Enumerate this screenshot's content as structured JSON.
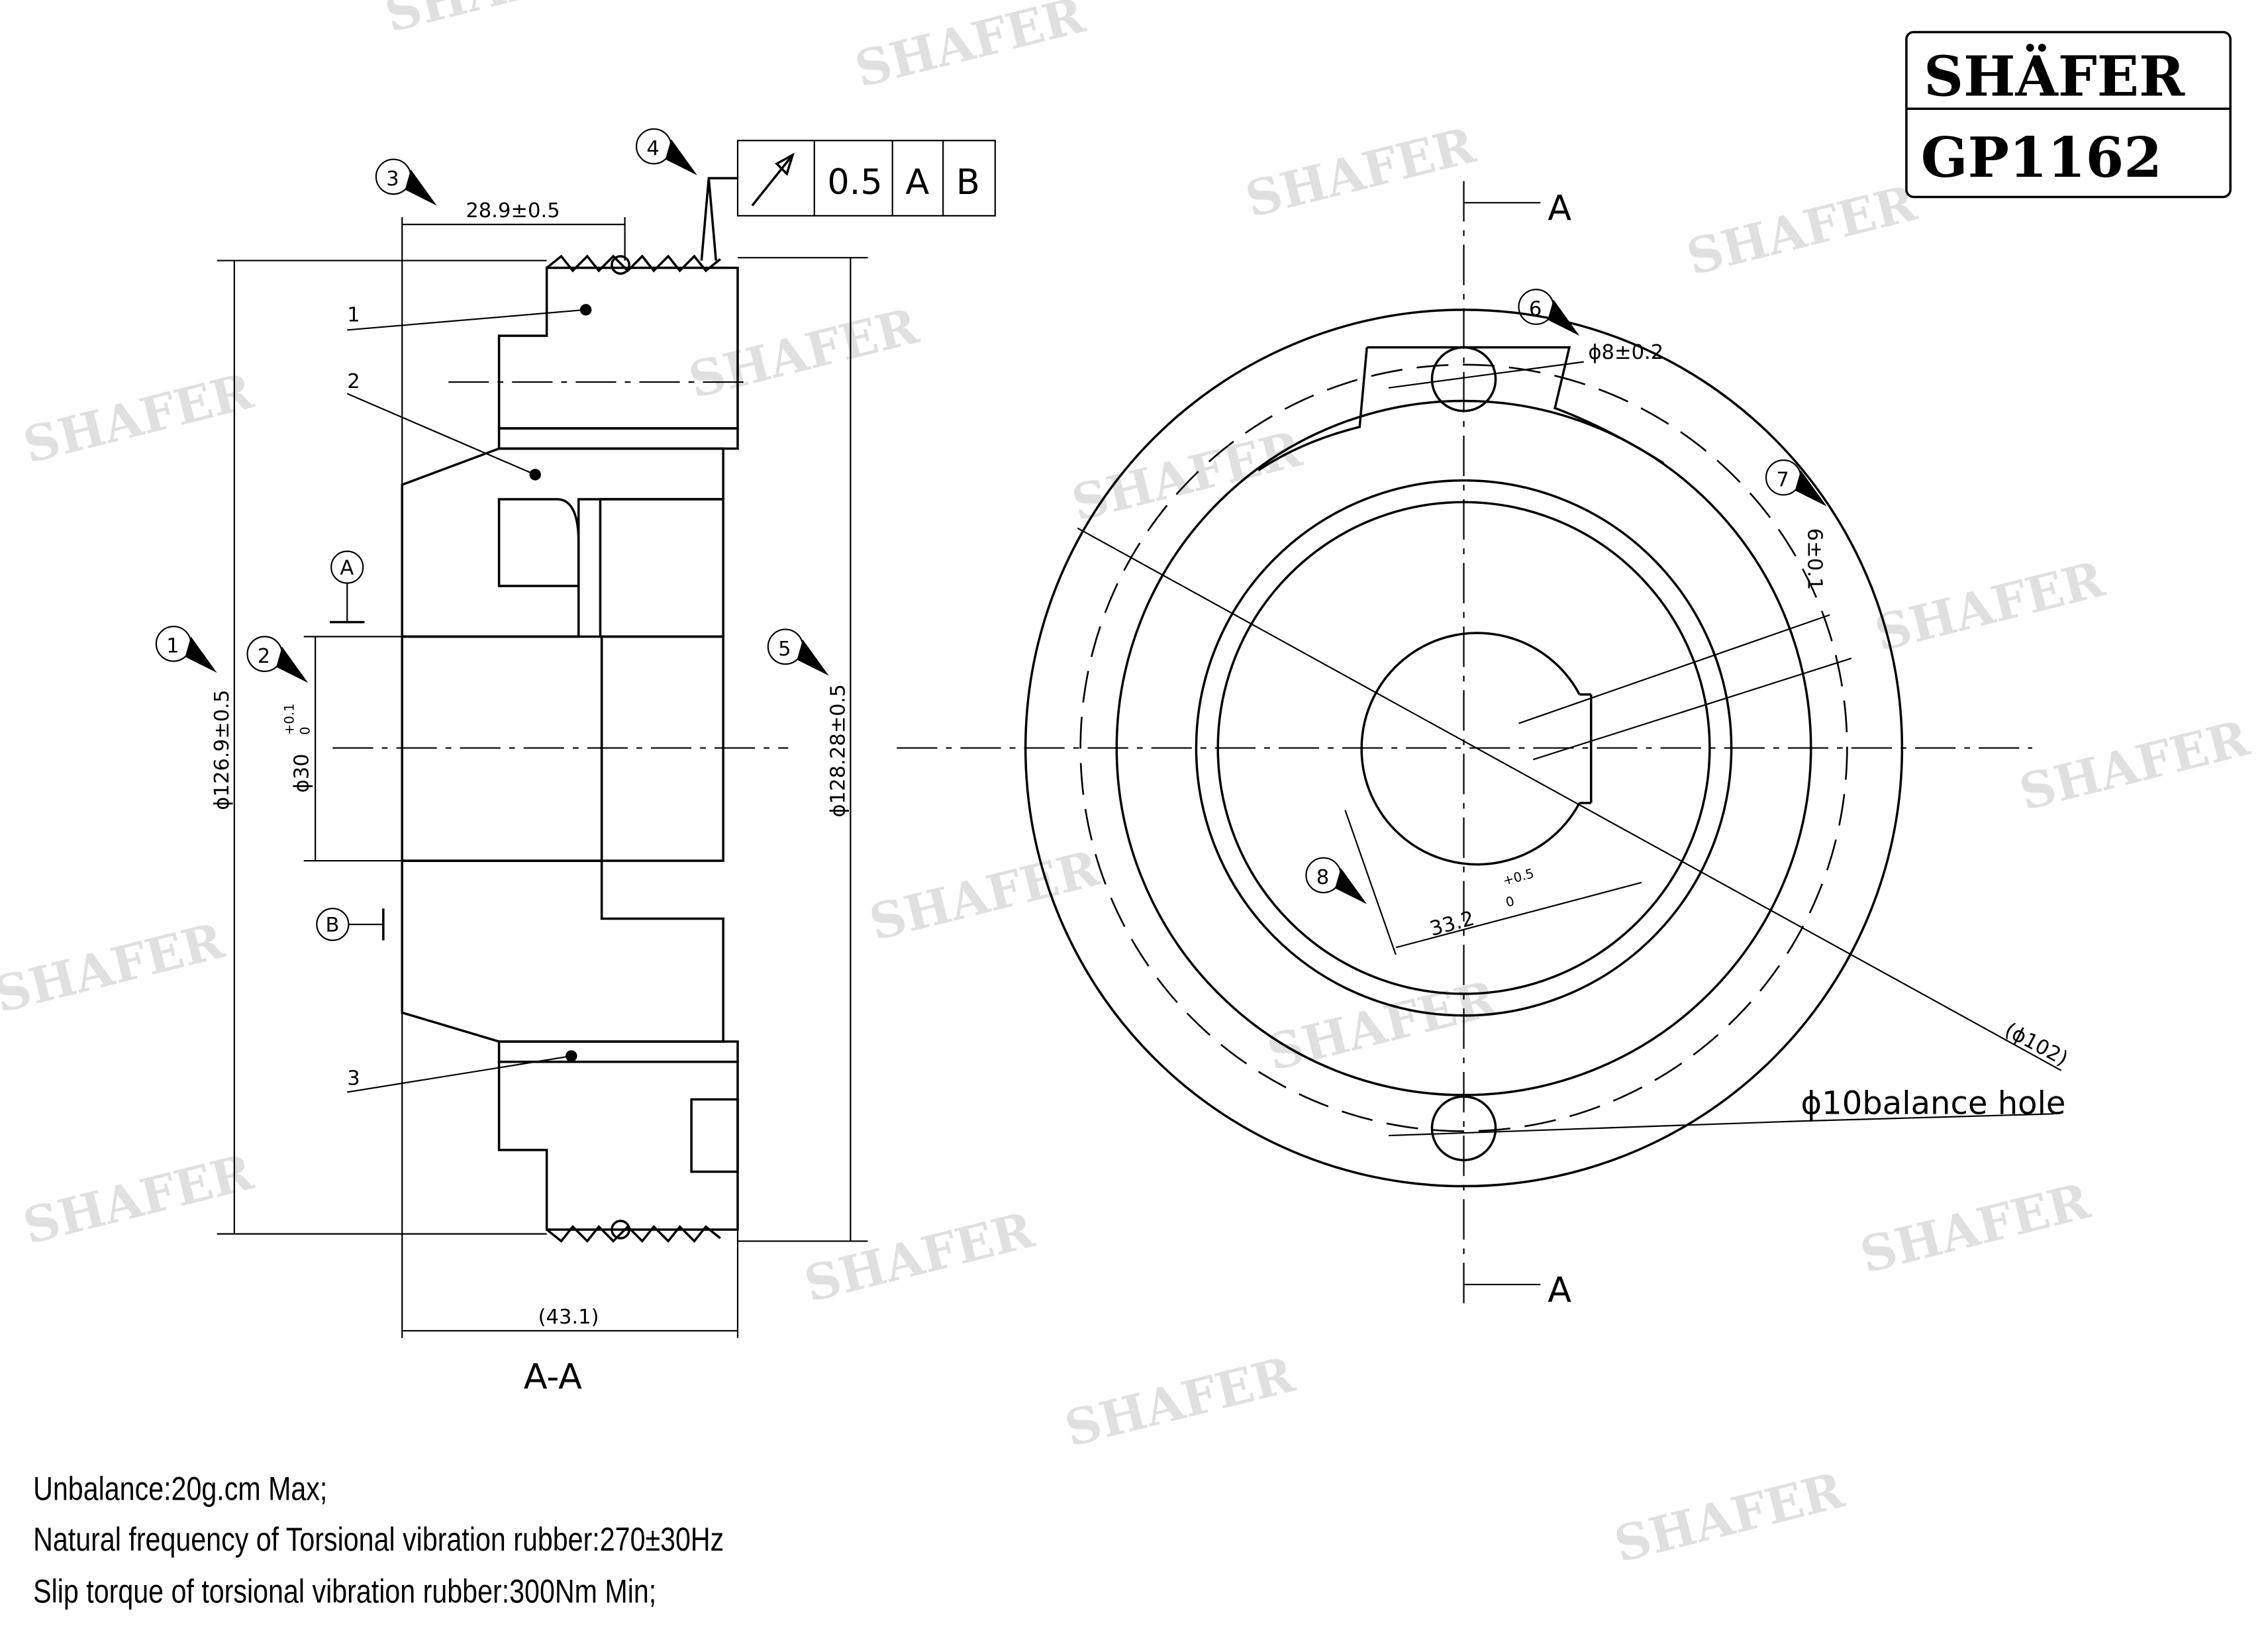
{
  "title_block": {
    "brand": "SHÄFER",
    "part_number": "GP1162"
  },
  "watermark_text": "SHAFER",
  "feature_control_frame": {
    "symbol": "circular-runout-arrow",
    "tolerance": "0.5",
    "datum_1": "A",
    "datum_2": "B"
  },
  "callouts": [
    "1",
    "2",
    "3",
    "4",
    "5",
    "6",
    "7",
    "8"
  ],
  "part_labels": [
    "1",
    "2",
    "3"
  ],
  "datums": {
    "a": "A",
    "b": "B"
  },
  "section_view": {
    "width_dim": "28.9±0.5",
    "overall_width": "(43.1)",
    "dia_outer_1": "ϕ126.9±0.5",
    "dia_outer_2": "ϕ128.28±0.5",
    "bore_dia": "ϕ30",
    "bore_tol_upper": "+0.1",
    "bore_tol_lower": "0",
    "label": "A-A"
  },
  "front_view": {
    "section_mark": "A",
    "hole_dia": "ϕ8±0.2",
    "key_width": "6±0.1",
    "key_depth": "33.2",
    "key_tol_upper": "+0.5",
    "key_tol_lower": "0",
    "pcd": "(ϕ102)",
    "balance_hole": "ϕ10balance hole"
  },
  "notes": [
    "Unbalance:20g.cm Max;",
    "Natural frequency of Torsional vibration rubber:270±30Hz",
    "Slip torque of torsional vibration rubber:300Nm Min;"
  ]
}
